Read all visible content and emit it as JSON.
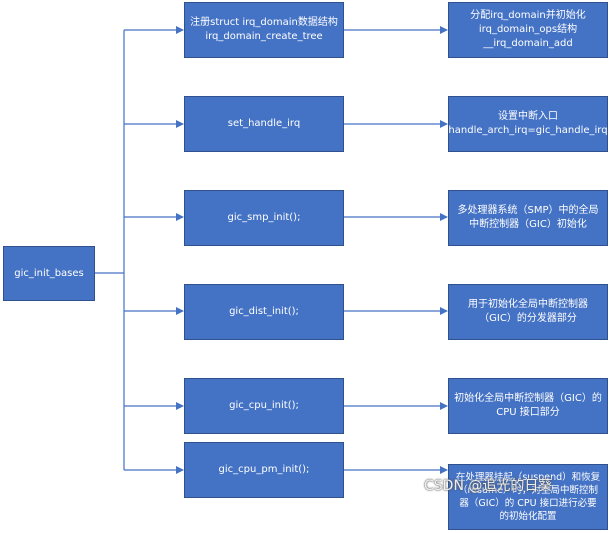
{
  "root": {
    "lines": [
      "gic_init_bases"
    ]
  },
  "steps": [
    {
      "lines": [
        "注册struct irq_domain数据结构",
        "irq_domain_create_tree"
      ]
    },
    {
      "lines": [
        "set_handle_irq"
      ]
    },
    {
      "lines": [
        "gic_smp_init();"
      ]
    },
    {
      "lines": [
        "gic_dist_init();"
      ]
    },
    {
      "lines": [
        "gic_cpu_init();"
      ]
    },
    {
      "lines": [
        "gic_cpu_pm_init();"
      ]
    }
  ],
  "notes": [
    {
      "lines": [
        "分配irq_domain并初始化",
        "irq_domain_ops结构",
        "__irq_domain_add"
      ]
    },
    {
      "lines": [
        "设置中断入口",
        "handle_arch_irq=gic_handle_irq"
      ]
    },
    {
      "lines": [
        "多处理器系统（SMP）中的全局",
        "中断控制器（GIC）初始化"
      ]
    },
    {
      "lines": [
        "用于初始化全局中断控制器",
        "（GIC）的分发器部分"
      ]
    },
    {
      "lines": [
        "初始化全局中断控制器（GIC）的",
        "CPU 接口部分"
      ]
    },
    {
      "lines": [
        "在处理器挂起（suspend）和恢复",
        "（resume）时，对全局中断控制",
        "器（GIC）的 CPU 接口进行必要",
        "的初始化配置"
      ]
    }
  ],
  "watermark": "CSDN @追光的日葵",
  "colors": {
    "box_fill": "#4472c4",
    "box_border": "#2f528f",
    "connector": "#4472c4"
  }
}
